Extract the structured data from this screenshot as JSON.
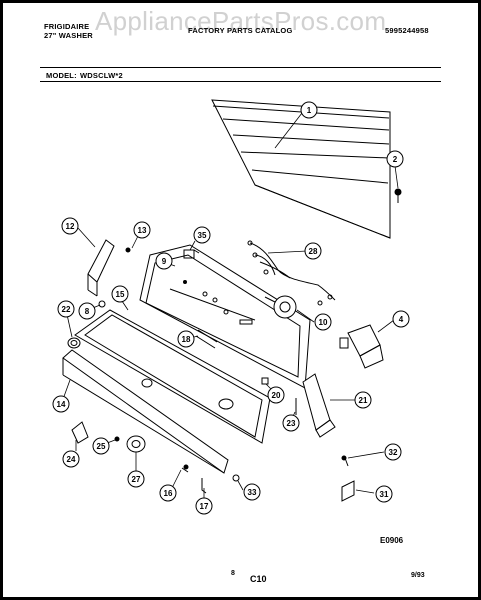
{
  "header": {
    "brand": "FRIGIDAIRE",
    "product": "27\" WASHER",
    "title": "FACTORY PARTS CATALOG",
    "catalog_no": "5995244958",
    "model_label": "MODEL:",
    "model_value": "WDSCLW*2"
  },
  "watermark": "AppliancePartsPros.com",
  "callouts": [
    "1",
    "2",
    "4",
    "8",
    "9",
    "10",
    "12",
    "13",
    "14",
    "15",
    "16",
    "17",
    "18",
    "20",
    "21",
    "22",
    "23",
    "24",
    "25",
    "27",
    "28",
    "31",
    "32",
    "33",
    "35"
  ],
  "footer": {
    "diagram_code": "E0906",
    "page_marker": "8",
    "section": "C10",
    "date": "9/93"
  }
}
